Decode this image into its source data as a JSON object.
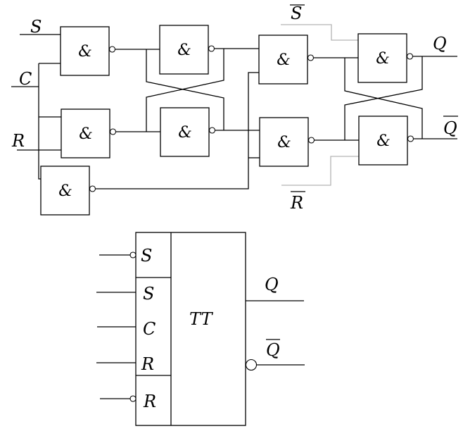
{
  "circuit": {
    "gate_symbol": "&",
    "inputs": {
      "s": "S",
      "c": "C",
      "r": "R"
    },
    "async_inputs": {
      "s_bar": "S",
      "r_bar": "R"
    },
    "outputs": {
      "q": "Q",
      "q_bar": "Q"
    },
    "gates": [
      {
        "id": "g1",
        "type": "NAND"
      },
      {
        "id": "g2",
        "type": "NAND"
      },
      {
        "id": "g3",
        "type": "NAND"
      },
      {
        "id": "g4",
        "type": "NAND"
      },
      {
        "id": "g5",
        "type": "NAND"
      },
      {
        "id": "g6",
        "type": "NAND"
      },
      {
        "id": "g7",
        "type": "NAND"
      },
      {
        "id": "g8",
        "type": "NAND"
      },
      {
        "id": "g9",
        "type": "NAND"
      }
    ]
  },
  "symbol": {
    "title": "TT",
    "pins": {
      "s_bar": "S",
      "s": "S",
      "c": "C",
      "r": "R",
      "r_bar": "R",
      "q": "Q",
      "q_bar": "Q"
    }
  },
  "colors": {
    "wire": "#000000",
    "async_wire": "#b4b4b4"
  }
}
